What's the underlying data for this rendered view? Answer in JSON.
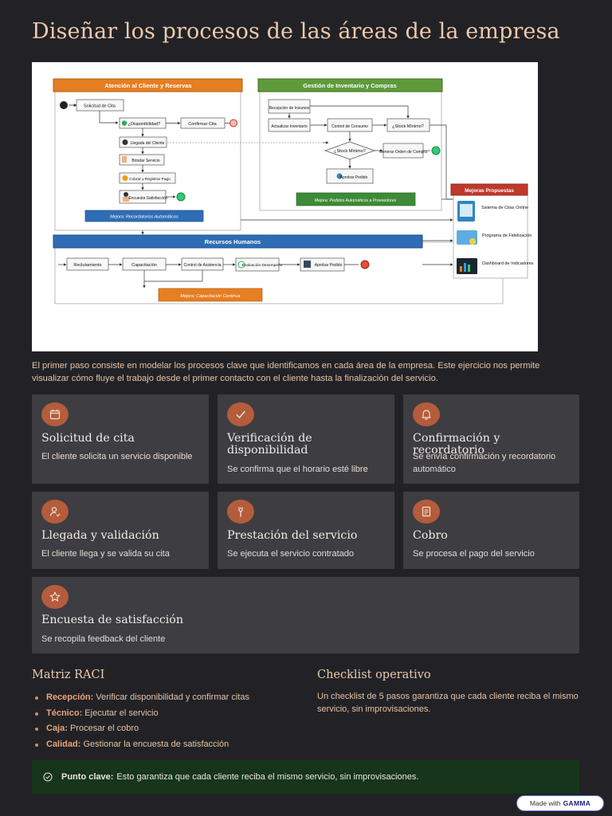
{
  "title": "Diseñar los procesos de las áreas de la empresa",
  "diagram": {
    "customer": {
      "title": "Atención al Cliente y Reservas",
      "steps": [
        "Solicitud de Cita",
        "¿Disponibilidad?",
        "Confirmar Cita",
        "Llegada del Cliente",
        "Brindar Servicio",
        "Cobrar y Registrar Pago",
        "Encuesta Satisfacción"
      ],
      "improvement": "Mejora: Recordatorios Automáticos"
    },
    "inventory": {
      "title": "Gestión de Inventario y Compras",
      "steps": [
        "Recepción de Insumos",
        "Actualizar Inventario",
        "Control de Consumo",
        "¿Stock Mínimo?",
        "¿Stock Mínimo?",
        "Generar Orden de Compra",
        "Aprobar Pedido"
      ],
      "improvement": "Mejora: Pedidos Automáticos a Proveedores"
    },
    "hr": {
      "title": "Recursos Humanos",
      "steps": [
        "Reclutamiento",
        "Capacitación",
        "Control de Asistencia",
        "Evaluación Desempeño",
        "Aprobar Pedido"
      ],
      "improvement": "Mejora: Capacitación Continua"
    },
    "proposals": {
      "title": "Mejoras Propuestas",
      "items": [
        "Sistema de Citas Online",
        "Programa de Fidelización",
        "Dashboard de Indicadores"
      ]
    }
  },
  "intro": "El primer paso consiste en modelar los procesos clave que identificamos en cada área de la empresa. Este ejercicio nos permite visualizar cómo fluye el trabajo desde el primer contacto con el cliente hasta la finalización del servicio.",
  "cards": [
    {
      "icon": "calendar-icon",
      "title": "Solicitud de cita",
      "desc": "El cliente solicita un servicio disponible"
    },
    {
      "icon": "check-icon",
      "title": "Verificación de disponibilidad",
      "desc": "Se confirma que el horario esté libre"
    },
    {
      "icon": "bell-icon",
      "title": "Confirmación y recordatorio",
      "desc": "Se envía confirmación y recordatorio automático"
    },
    {
      "icon": "user-check-icon",
      "title": "Llegada y validación",
      "desc": "El cliente llega y se valida su cita"
    },
    {
      "icon": "wrench-icon",
      "title": "Prestación del servicio",
      "desc": "Se ejecuta el servicio contratado"
    },
    {
      "icon": "receipt-icon",
      "title": "Cobro",
      "desc": "Se procesa el pago del servicio"
    },
    {
      "icon": "star-icon",
      "title": "Encuesta de satisfacción",
      "desc": "Se recopila feedback del cliente"
    }
  ],
  "raci": {
    "heading": "Matriz RACI",
    "items": [
      {
        "role": "Recepción:",
        "task": "Verificar disponibilidad y confirmar citas"
      },
      {
        "role": "Técnico:",
        "task": "Ejecutar el servicio"
      },
      {
        "role": "Caja:",
        "task": "Procesar el cobro"
      },
      {
        "role": "Calidad:",
        "task": "Gestionar la encuesta de satisfacción"
      }
    ]
  },
  "checklist": {
    "heading": "Checklist operativo",
    "text": "Un checklist de 5 pasos garantiza que cada cliente reciba el mismo servicio, sin improvisaciones."
  },
  "callout": {
    "label": "Punto clave:",
    "text": "Esto garantiza que cada cliente reciba el mismo servicio, sin improvisaciones."
  },
  "badge": {
    "prefix": "Made with",
    "brand": "GAMMA"
  },
  "colors": {
    "accent": "#b45c3b",
    "card": "#3d3d42",
    "callout": "#16351b",
    "background": "#222226"
  }
}
